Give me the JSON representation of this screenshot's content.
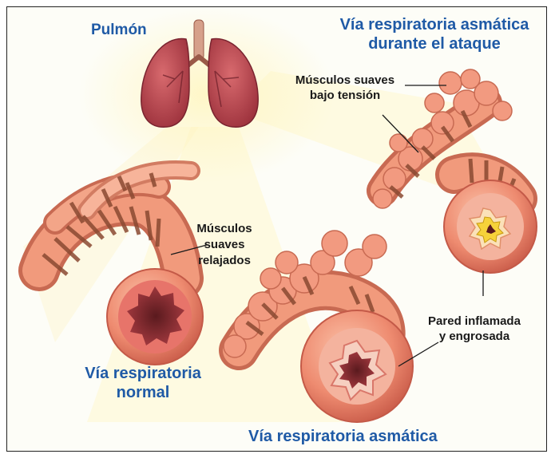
{
  "labels": {
    "lung": "Pulmón",
    "asthma_attack_line1": "Vía respiratoria asmática",
    "asthma_attack_line2": "durante el ataque",
    "muscles_tense_line1": "Músculos suaves",
    "muscles_tense_line2": "bajo tensión",
    "muscles_relaxed_line1": "Músculos",
    "muscles_relaxed_line2": "suaves",
    "muscles_relaxed_line3": "relajados",
    "wall_line1": "Pared inflamada",
    "wall_line2": "y engrosada",
    "normal_airway_line1": "Vía respiratoria",
    "normal_airway_line2": "normal",
    "asthma_airway": "Vía respiratoria asmática"
  },
  "colors": {
    "title_blue": "#1f5aa6",
    "text_dark": "#1a1a1a",
    "tissue_pink": "#f08a70",
    "muscle_brown": "#8a4a32",
    "lung_red": "#b5404a",
    "inflamed_core": "#f6d23a"
  }
}
